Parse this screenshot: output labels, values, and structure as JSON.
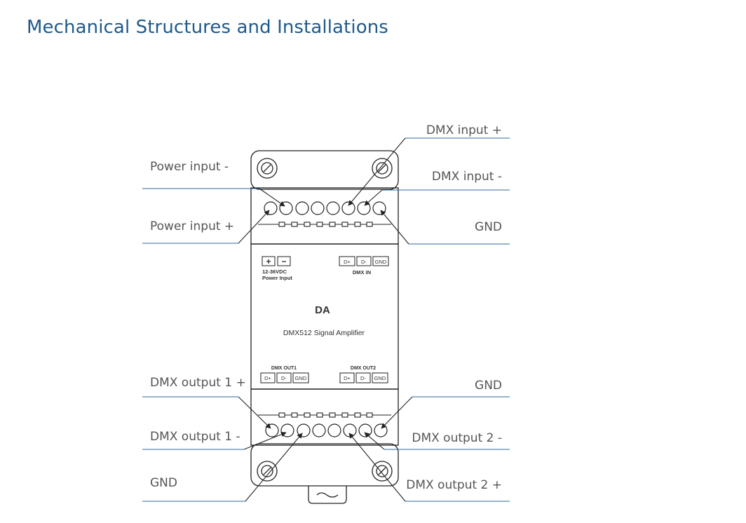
{
  "title": "Mechanical Structures and Installations",
  "device": {
    "model": "DA",
    "name": "DMX512 Signal Amplifier",
    "power_plus": "+",
    "power_minus": "−",
    "power_voltage": "12-36VDC",
    "power_label": "Power Input",
    "dmx_in_label": "DMX IN",
    "dmx_out1_label": "DMX OUT1",
    "dmx_out2_label": "DMX OUT2",
    "pin_d_plus": "D+",
    "pin_d_minus": "D-",
    "pin_gnd": "GND"
  },
  "callouts": {
    "power_input_minus": "Power input -",
    "power_input_plus": "Power input +",
    "dmx_input_plus": "DMX input +",
    "dmx_input_minus": "DMX input -",
    "gnd_top": "GND",
    "dmx_output1_plus": "DMX output 1 +",
    "dmx_output1_minus": "DMX output 1 -",
    "gnd_bottom_left": "GND",
    "gnd_bottom_right": "GND",
    "dmx_output2_minus": "DMX output 2 -",
    "dmx_output2_plus": "DMX output 2 +"
  },
  "colors": {
    "title": "#1f5a8c",
    "leader_line": "#2d6aa0",
    "outline": "#222222"
  }
}
